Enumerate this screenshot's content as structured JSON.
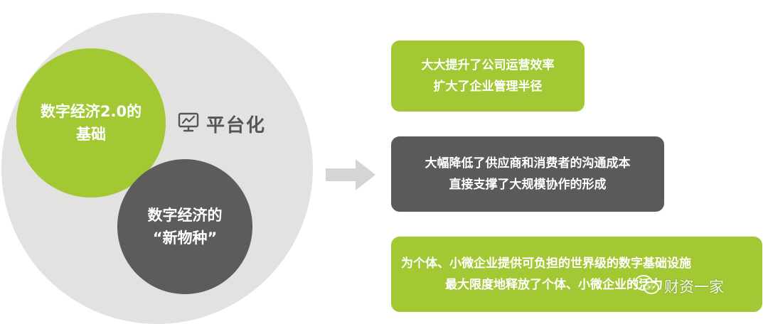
{
  "diagram": {
    "circles": {
      "green": {
        "line1": "数字经济2.0的",
        "line2": "基础"
      },
      "dark": {
        "line1": "数字经济的",
        "line2": "“新物种”"
      }
    },
    "platform": {
      "label": "平台化",
      "icon": "presentation-chart-icon"
    },
    "arrow_icon": "right-arrow-icon",
    "boxes": [
      {
        "line1": "大大提升了公司运营效率",
        "line2": "扩大了企业管理半径"
      },
      {
        "line1": "大幅降低了供应商和消费者的沟通成本",
        "line2": "直接支撑了大规模协作的形成"
      },
      {
        "line1": "为个体、小微企业提供可负担的世界级的数字基础设施",
        "line2": "最大限度地释放了个体、小微企业的活力"
      }
    ]
  },
  "watermark": {
    "text": "财资一家",
    "icon": "wechat-icon"
  },
  "colors": {
    "green": "#a2c834",
    "dark_gray": "#5a595b",
    "light_gray": "#e3e2e0",
    "arrow": "#d6d5d3"
  }
}
